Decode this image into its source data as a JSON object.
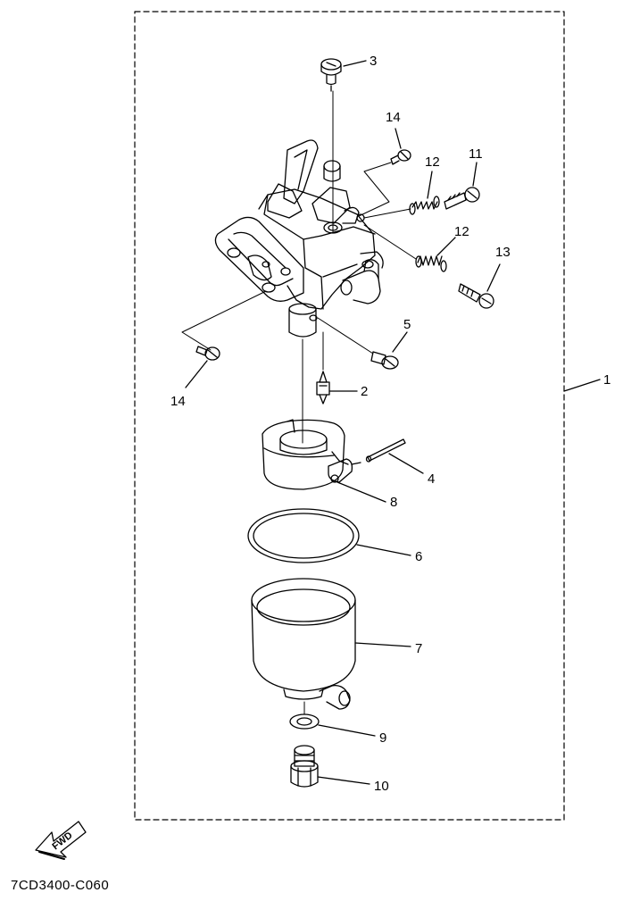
{
  "diagram": {
    "code": "7CD3400-C060",
    "fwd_label": "FWD",
    "callouts": {
      "c1": "1",
      "c2": "2",
      "c3": "3",
      "c4": "4",
      "c5": "5",
      "c6": "6",
      "c7": "7",
      "c8": "8",
      "c9": "9",
      "c10": "10",
      "c11": "11",
      "c12a": "12",
      "c12b": "12",
      "c13": "13",
      "c14a": "14",
      "c14b": "14"
    }
  }
}
